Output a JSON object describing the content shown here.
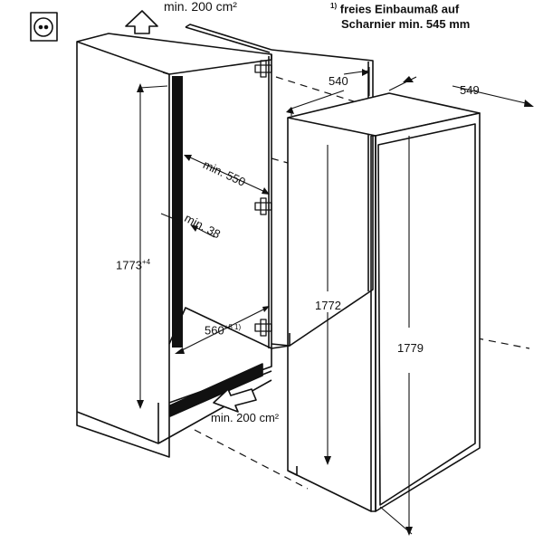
{
  "note": {
    "marker": "1)",
    "line1": "freies Einbaumaß auf",
    "line2": "Scharnier min. 545 mm"
  },
  "dimensions": {
    "top_vent": "min. 200 cm²",
    "bottom_vent": "min. 200 cm²",
    "niche_height": "1773",
    "niche_height_tol": "+4",
    "niche_depth": "min. 550",
    "side_gap": "min. 38",
    "niche_width": "560",
    "niche_width_tol": "+8 1)",
    "door_width": "540",
    "appliance_depth": "549",
    "appliance_body_height": "1772",
    "appliance_total_height": "1779"
  },
  "icons": {
    "socket": "power-socket-icon",
    "vent_arrow_top": "airflow-up-arrow-icon",
    "vent_arrow_bottom": "airflow-in-arrow-icon"
  }
}
